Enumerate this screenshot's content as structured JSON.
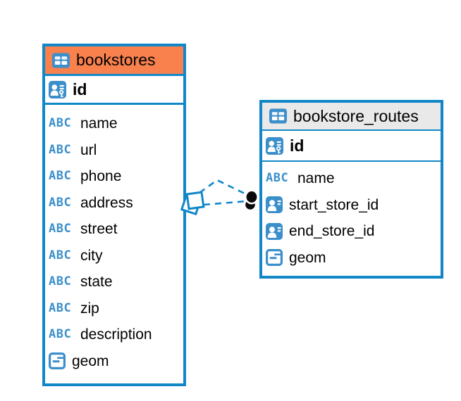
{
  "diagram": {
    "tables": [
      {
        "name": "bookstores",
        "icon": "table-icon",
        "primary_key": {
          "name": "id",
          "icon": "primary-key-icon"
        },
        "columns": [
          {
            "name": "name",
            "type_icon": "text-type-icon"
          },
          {
            "name": "url",
            "type_icon": "text-type-icon"
          },
          {
            "name": "phone",
            "type_icon": "text-type-icon"
          },
          {
            "name": "address",
            "type_icon": "text-type-icon"
          },
          {
            "name": "street",
            "type_icon": "text-type-icon"
          },
          {
            "name": "city",
            "type_icon": "text-type-icon"
          },
          {
            "name": "state",
            "type_icon": "text-type-icon"
          },
          {
            "name": "zip",
            "type_icon": "text-type-icon"
          },
          {
            "name": "description",
            "type_icon": "text-type-icon"
          },
          {
            "name": "geom",
            "type_icon": "geometry-type-icon"
          }
        ]
      },
      {
        "name": "bookstore_routes",
        "icon": "table-icon",
        "primary_key": {
          "name": "id",
          "icon": "primary-key-icon"
        },
        "columns": [
          {
            "name": "name",
            "type_icon": "text-type-icon"
          },
          {
            "name": "start_store_id",
            "type_icon": "reference-type-icon"
          },
          {
            "name": "end_store_id",
            "type_icon": "reference-type-icon"
          },
          {
            "name": "geom",
            "type_icon": "geometry-type-icon"
          }
        ]
      }
    ],
    "relationship": {
      "from_table": "bookstores",
      "to_table": "bookstore_routes",
      "line_style": "dashed",
      "source_marker": "diamond",
      "target_marker": "filled-circle-pair"
    },
    "glyphs": {
      "text_type": "ABC"
    },
    "colors": {
      "accent_blue": "#1287c8",
      "icon_blue": "#3b8fcb",
      "header_orange": "#f8814e",
      "header_gray": "#e9e9e9",
      "text": "#000000",
      "connector_dot": "#0a0a0a"
    }
  }
}
